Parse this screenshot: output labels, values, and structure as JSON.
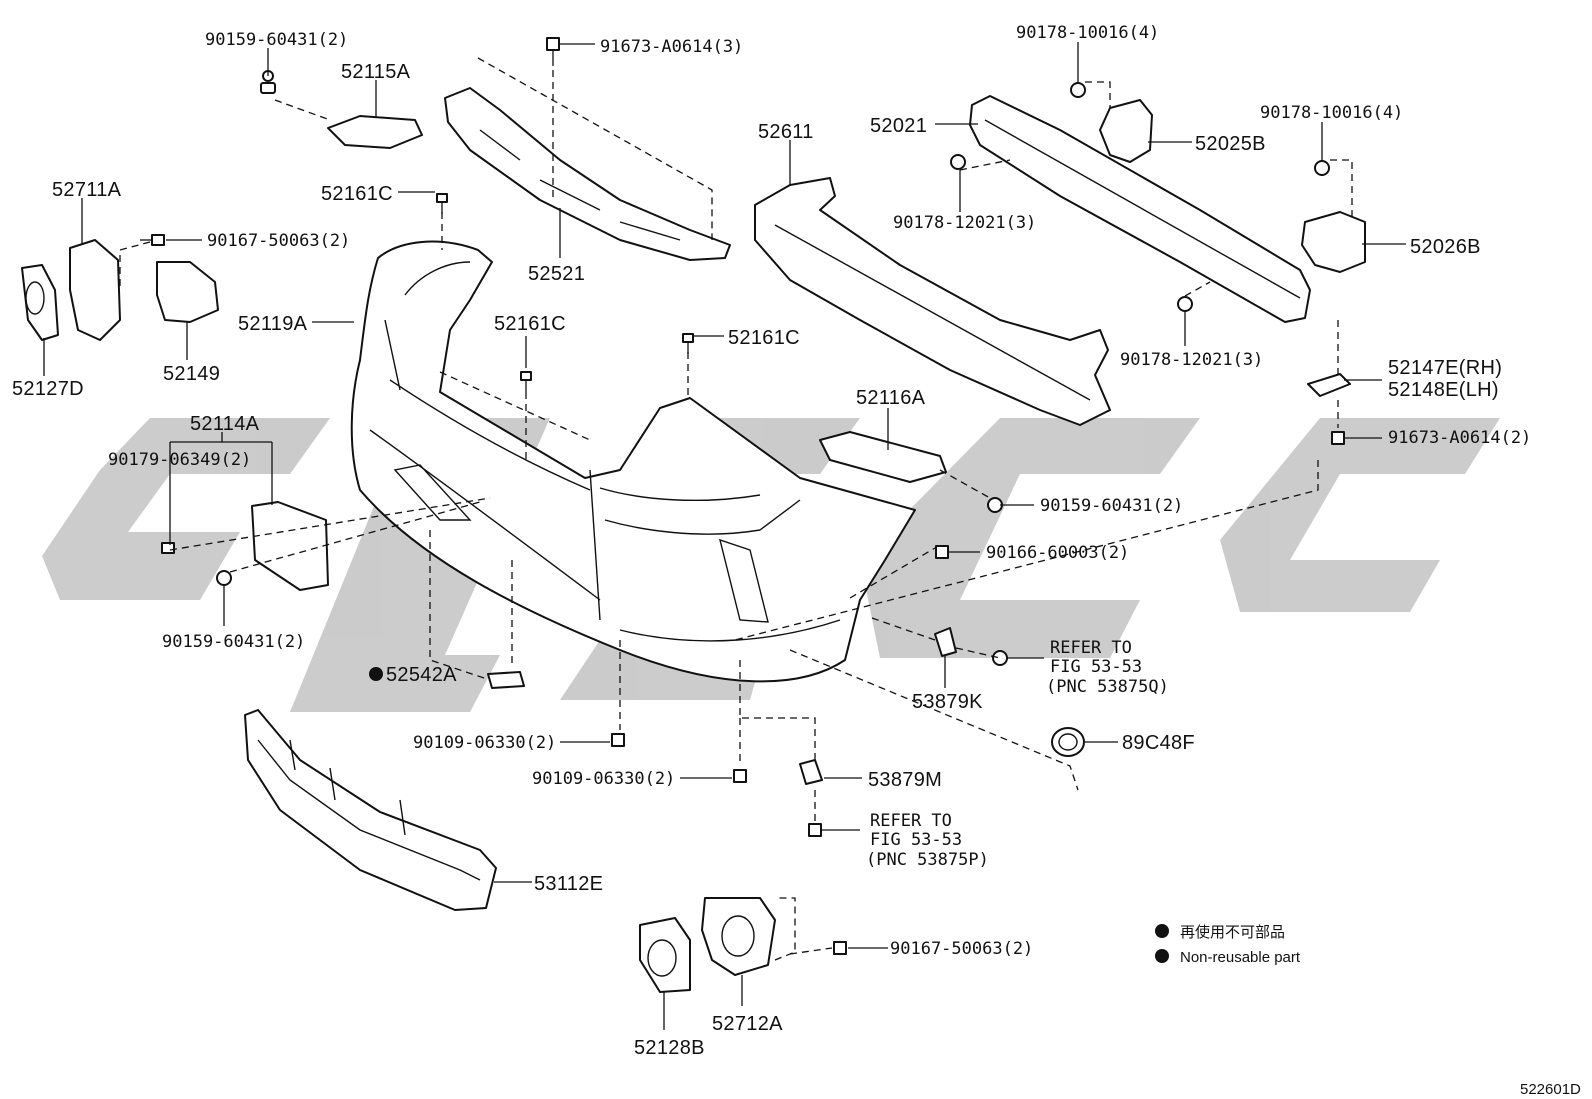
{
  "diagram": {
    "id": "522601D",
    "watermark": "GLSC"
  },
  "legend": {
    "jp_text": "再使用不可部品",
    "en_text": "Non-reusable part"
  },
  "labels": {
    "p_90159_60431_top": "90159-60431(2)",
    "p_52115A": "52115A",
    "p_91673_A0614_top": "91673-A0614(3)",
    "p_90178_10016_top": "90178-10016(4)",
    "p_52611": "52611",
    "p_52021": "52021",
    "p_52025B": "52025B",
    "p_90178_10016_right": "90178-10016(4)",
    "p_52711A": "52711A",
    "p_52161C_a": "52161C",
    "p_90167_50063_left": "90167-50063(2)",
    "p_90178_12021_upper": "90178-12021(3)",
    "p_52026B": "52026B",
    "p_52521": "52521",
    "p_52119A": "52119A",
    "p_52161C_b": "52161C",
    "p_52161C_c": "52161C",
    "p_52127D": "52127D",
    "p_52149": "52149",
    "p_90178_12021_lower": "90178-12021(3)",
    "p_52147E": "52147E(RH)",
    "p_52148E": "52148E(LH)",
    "p_52116A": "52116A",
    "p_52114A": "52114A",
    "p_91673_A0614_right": "91673-A0614(2)",
    "p_90179_06349": "90179-06349(2)",
    "p_90159_60431_mid": "90159-60431(2)",
    "p_90166_60003": "90166-60003(2)",
    "p_90159_60431_left": "90159-60431(2)",
    "ref1_line1": "REFER TO",
    "ref1_line2": "FIG 53-53",
    "ref1_line3": "(PNC 53875Q)",
    "p_52542A": "52542A",
    "p_53879K": "53879K",
    "p_89C48F": "89C48F",
    "p_90109_06330_a": "90109-06330(2)",
    "p_90109_06330_b": "90109-06330(2)",
    "p_53879M": "53879M",
    "ref2_line1": "REFER TO",
    "ref2_line2": "FIG 53-53",
    "ref2_line3": "(PNC 53875P)",
    "p_53112E": "53112E",
    "p_90167_50063_bottom": "90167-50063(2)",
    "p_52712A": "52712A",
    "p_52128B": "52128B"
  }
}
